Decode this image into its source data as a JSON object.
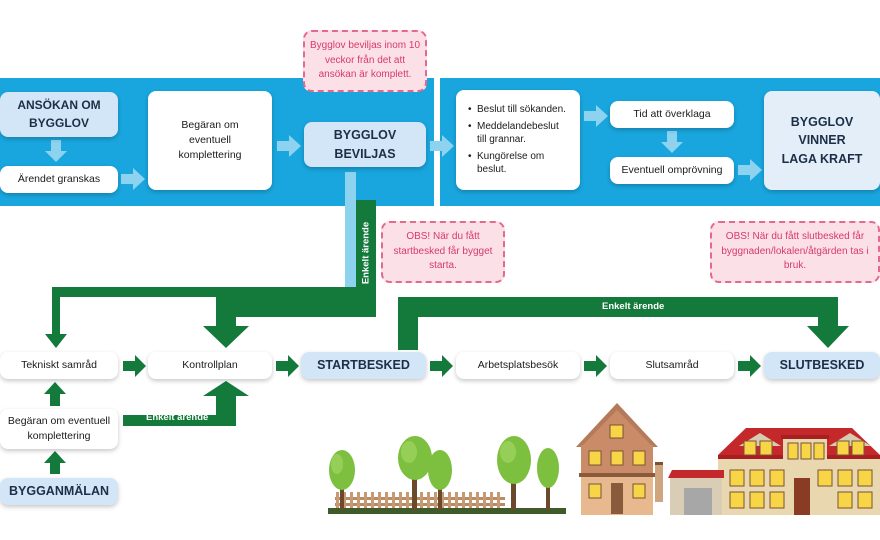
{
  "top_boxes": {
    "ansokan": "ANSÖKAN OM BYGGLOV",
    "arendet": "Ärendet granskas",
    "begaran_top": "Begäran om eventuell komplettering",
    "beviljas": "BYGGLOV BEVILJAS",
    "beslut_items": [
      "Beslut till sökanden.",
      "Meddelandebeslut till grannar.",
      "Kungörelse om beslut."
    ],
    "overklaga": "Tid att överklaga",
    "omprovning": "Eventuell omprövning",
    "laga_kraft": "BYGGLOV VINNER LAGA KRAFT"
  },
  "notes": {
    "beviljas_note": "Bygglov beviljas inom 10 veckor från det att ansökan är komplett.",
    "startbesked_note": "OBS! När du fått startbesked får bygget starta.",
    "slutbesked_note": "OBS! När du fått slutbesked får byggnaden/lokalen/åtgärden tas i bruk."
  },
  "bottom_boxes": {
    "tekniskt": "Tekniskt samråd",
    "kontrollplan": "Kontrollplan",
    "startbesked": "STARTBESKED",
    "arbetsplats": "Arbetsplatsbesök",
    "slutsamrad": "Slutsamråd",
    "slutbesked": "SLUTBESKED",
    "begaran_bottom": "Begäran om eventuell komplettering",
    "bygganmalan": "BYGGANMÄLAN"
  },
  "arrow_labels": {
    "enkelt_vertical": "Enkelt ärende",
    "enkelt_top": "Enkelt ärende",
    "enkelt_bottom": "Enkelt ärende"
  },
  "colors": {
    "blue_band": "#19a6de",
    "green_arrow": "#137a3c",
    "light_arrow": "#8dd3f0",
    "note_border": "#e46a8d",
    "note_text": "#d83a68"
  }
}
